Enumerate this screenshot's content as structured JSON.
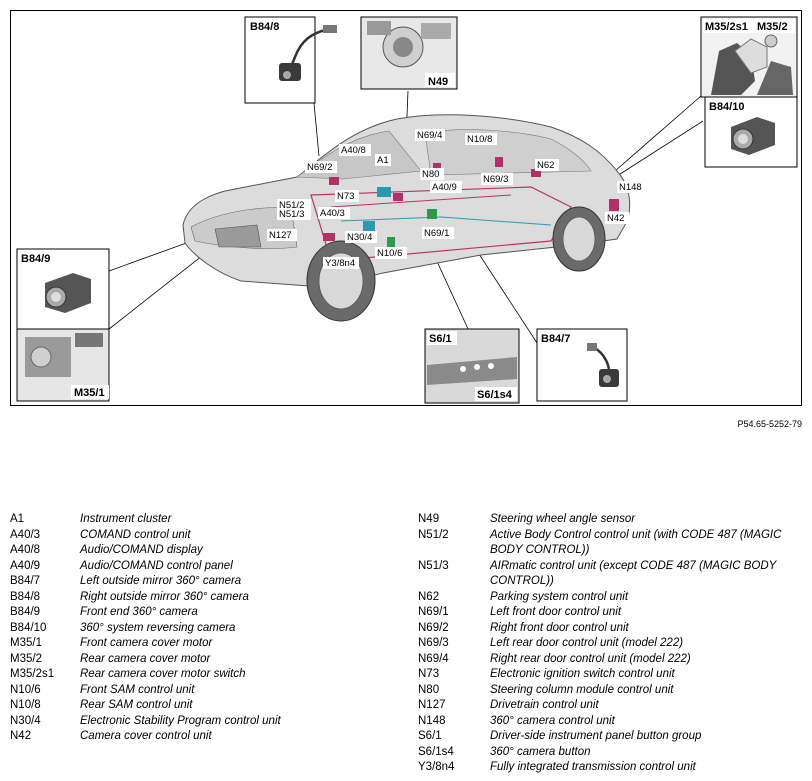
{
  "figure_ref": "P54.65-5252-79",
  "callouts": {
    "b84_8": "B84/8",
    "n49": "N49",
    "m35_2s1": "M35/2s1",
    "m35_2": "M35/2",
    "b84_10": "B84/10",
    "b84_9": "B84/9",
    "m35_1": "M35/1",
    "s6_1": "S6/1",
    "s6_1s4": "S6/1s4",
    "b84_7": "B84/7"
  },
  "car_labels": {
    "n69_4": "N69/4",
    "n10_8": "N10/8",
    "a40_8": "A40/8",
    "a1": "A1",
    "n69_2": "N69/2",
    "n80": "N80",
    "n62": "N62",
    "n69_3": "N69/3",
    "n73": "N73",
    "a40_9": "A40/9",
    "n148": "N148",
    "n51_2": "N51/2",
    "n51_3": "N51/3",
    "a40_3": "A40/3",
    "n42": "N42",
    "n69_1": "N69/1",
    "n127": "N127",
    "n30_4": "N30/4",
    "n10_6": "N10/6",
    "y3_8n4": "Y3/8n4"
  },
  "legend_left": [
    {
      "code": "A1",
      "desc": "Instrument cluster"
    },
    {
      "code": "A40/3",
      "desc": "COMAND control unit"
    },
    {
      "code": "A40/8",
      "desc": "Audio/COMAND display"
    },
    {
      "code": "A40/9",
      "desc": "Audio/COMAND control panel"
    },
    {
      "code": "B84/7",
      "desc": "Left outside mirror 360° camera"
    },
    {
      "code": "B84/8",
      "desc": "Right outside mirror 360° camera"
    },
    {
      "code": "B84/9",
      "desc": "Front end 360° camera"
    },
    {
      "code": "B84/10",
      "desc": "360° system reversing camera"
    },
    {
      "code": "M35/1",
      "desc": "Front camera cover motor"
    },
    {
      "code": "M35/2",
      "desc": "Rear camera cover motor"
    },
    {
      "code": "M35/2s1",
      "desc": "Rear camera cover motor switch"
    },
    {
      "code": "N10/6",
      "desc": "Front SAM control unit"
    },
    {
      "code": "N10/8",
      "desc": "Rear SAM control unit"
    },
    {
      "code": "N30/4",
      "desc": "Electronic Stability Program control unit"
    },
    {
      "code": "N42",
      "desc": "Camera cover control unit"
    }
  ],
  "legend_right": [
    {
      "code": "N49",
      "desc": "Steering wheel angle sensor"
    },
    {
      "code": "N51/2",
      "desc": "Active Body Control control unit (with CODE 487 (MAGIC BODY CONTROL))"
    },
    {
      "code": "N51/3",
      "desc": "AIRmatic control unit (except CODE 487 (MAGIC BODY CONTROL))"
    },
    {
      "code": "N62",
      "desc": "Parking system control unit"
    },
    {
      "code": "N69/1",
      "desc": "Left front door control unit"
    },
    {
      "code": "N69/2",
      "desc": "Right front door control unit"
    },
    {
      "code": "N69/3",
      "desc": "Left rear door control unit (model 222)"
    },
    {
      "code": "N69/4",
      "desc": "Right rear door control unit (model 222)"
    },
    {
      "code": "N73",
      "desc": "Electronic ignition switch control unit"
    },
    {
      "code": "N80",
      "desc": "Steering column module control unit"
    },
    {
      "code": "N127",
      "desc": "Drivetrain control unit"
    },
    {
      "code": "N148",
      "desc": "360° camera control unit"
    },
    {
      "code": "S6/1",
      "desc": "Driver-side instrument panel button group"
    },
    {
      "code": "S6/1s4",
      "desc": "360° camera button"
    },
    {
      "code": "Y3/8n4",
      "desc": "Fully integrated transmission control unit"
    }
  ]
}
